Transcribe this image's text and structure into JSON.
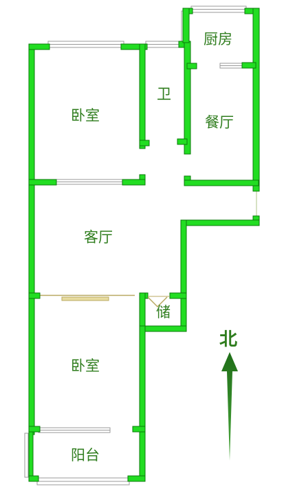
{
  "colors": {
    "wall": "#22dd22",
    "wall_dark": "#0a7a0a",
    "window": "#a9a9a9",
    "label": "#2f7d1e",
    "arrow": "#2e8b22",
    "door_track": "#d9c98a"
  },
  "rooms": {
    "bedroom_north": "卧室",
    "bathroom": "卫",
    "kitchen": "厨房",
    "dining": "餐厅",
    "living": "客厅",
    "storage": "储",
    "bedroom_south": "卧室",
    "balcony": "阳台"
  },
  "compass": {
    "label": "北",
    "icon": "north-arrow-icon"
  }
}
